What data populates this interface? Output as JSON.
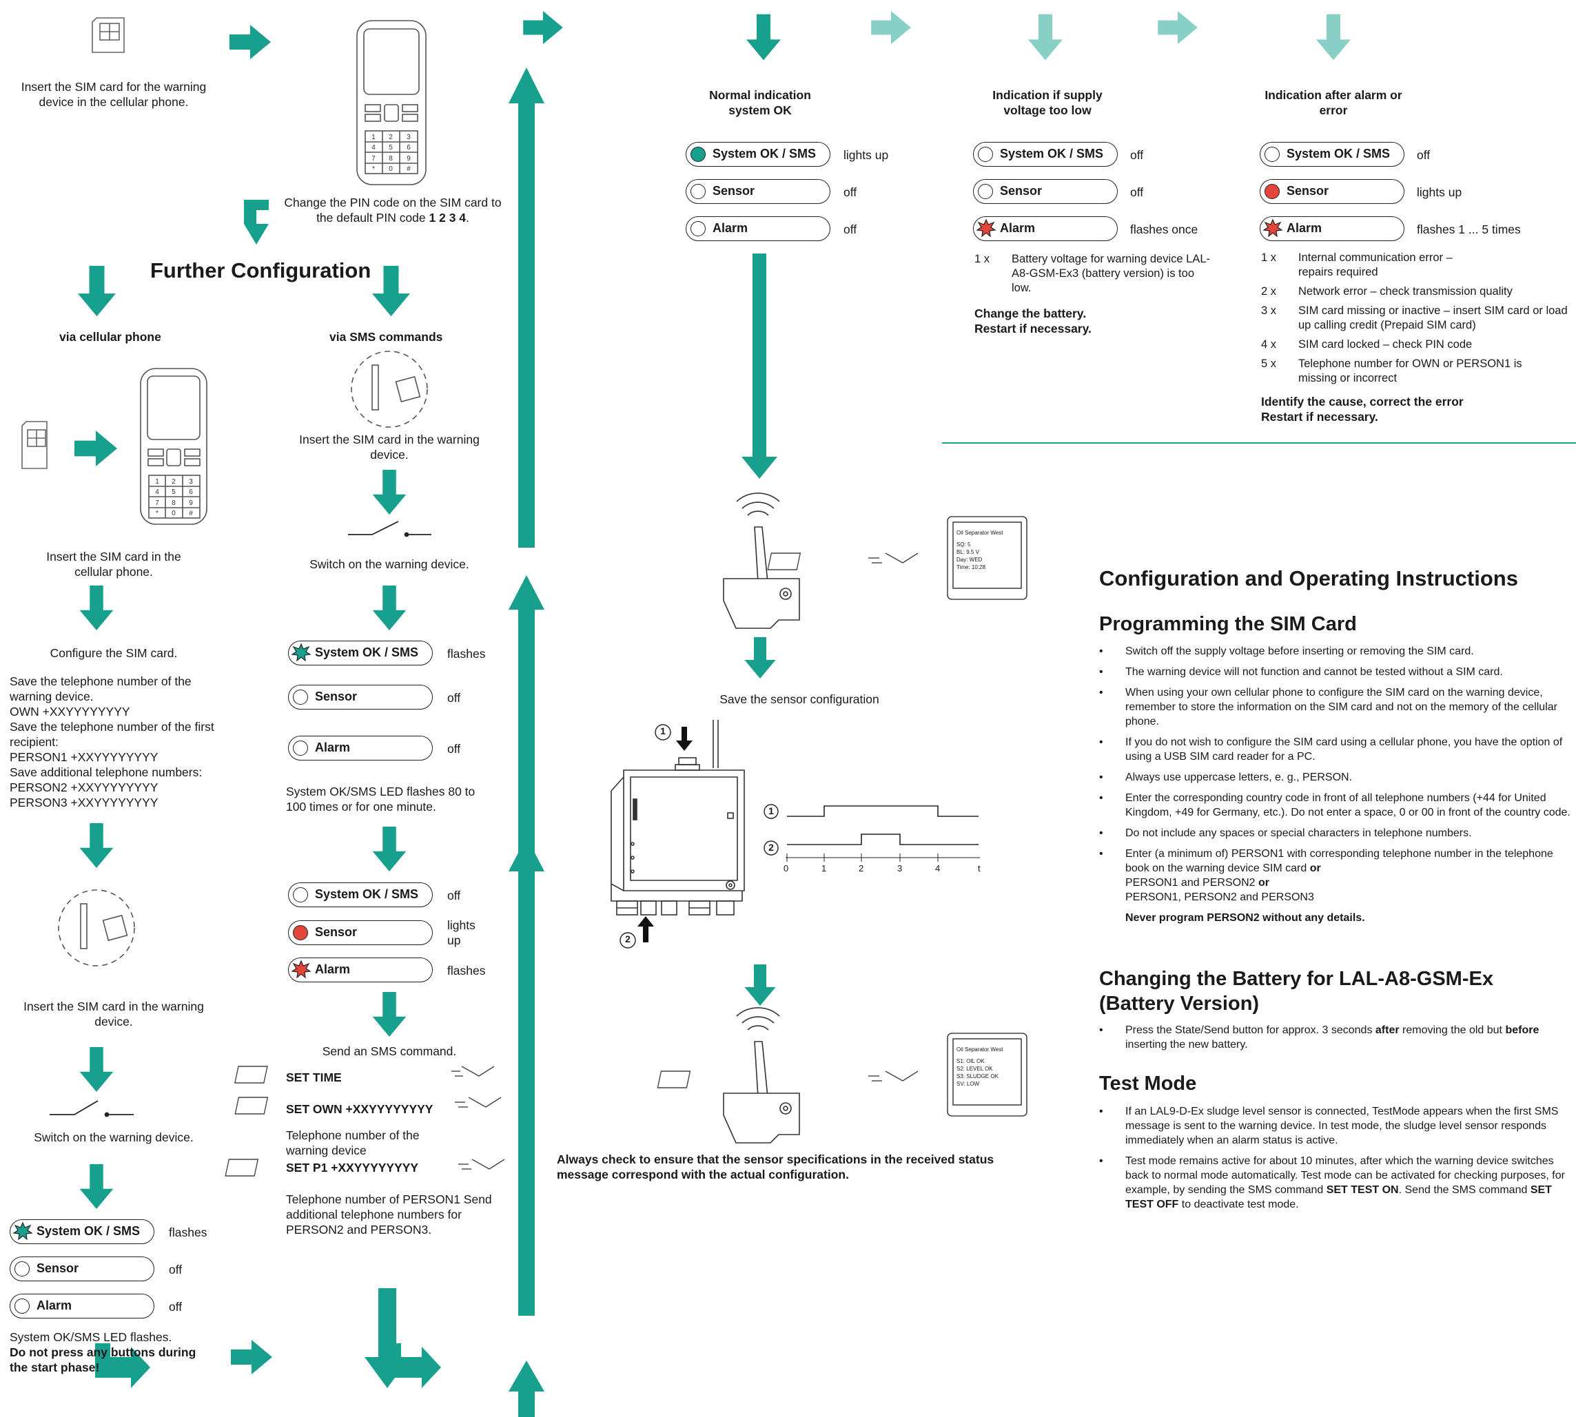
{
  "colors": {
    "teal": "#17a08d",
    "teal_light": "#88cfc5",
    "red": "#e2463a"
  },
  "col1": {
    "insert_sim_phone": "Insert the SIM card for the warning device in the cellular phone.",
    "change_pin_a": "Change the PIN code on the SIM card to the default PIN code ",
    "change_pin_b": "1 2 3 4",
    "change_pin_c": ".",
    "further_config": "Further Configuration",
    "via_phone": "via cellular phone",
    "via_sms": "via SMS commands",
    "insert_sim_cell": "Insert the SIM card in the cellular phone.",
    "configure_sim": "Configure the SIM card.",
    "save_lines": [
      "Save the telephone number of the warning device.",
      "OWN +XXYYYYYYYY",
      "Save the telephone number of the first recipient:",
      "PERSON1 +XXYYYYYYYY",
      "Save additional telephone numbers:",
      "PERSON2 +XXYYYYYYYY",
      "PERSON3 +XXYYYYYYYY"
    ],
    "insert_sim_device": "Insert the SIM card in the warning device.",
    "switch_on": "Switch on the warning device.",
    "led_status": [
      "flashes",
      "off",
      "off"
    ],
    "led_note": "System OK/SMS LED flashes.",
    "led_warn": "Do not press any buttons during the start phase!"
  },
  "leds": {
    "system": "System OK / SMS",
    "sensor": "Sensor",
    "alarm": "Alarm"
  },
  "phone_keys": [
    "1",
    "2",
    "3",
    "4",
    "5",
    "6",
    "7",
    "8",
    "9",
    "*",
    "0",
    "#"
  ],
  "col2": {
    "insert_sim_device": "Insert the SIM card in the warning device.",
    "switch_on": "Switch on the warning device.",
    "status_a": [
      "flashes",
      "off",
      "off"
    ],
    "note_a": "System OK/SMS LED flashes 80 to 100 times or for one minute.",
    "status_b": [
      "off",
      "lights up",
      "flashes"
    ],
    "send_sms": "Send an SMS command.",
    "cmd_time": "SET TIME",
    "cmd_own": "SET OWN +XXYYYYYYYY",
    "own_note": "Telephone number of the warning device",
    "cmd_p1": "SET P1 +XXYYYYYYYY",
    "p1_note": "Telephone number of PERSON1 Send additional telephone numbers for PERSON2 and PERSON3."
  },
  "col3": {
    "normal_title": "Normal indication system OK",
    "normal_status": [
      "lights up",
      "off",
      "off"
    ],
    "low_title": "Indication if supply voltage too low",
    "low_status": [
      "off",
      "off",
      "flashes once"
    ],
    "low_code": "1 x",
    "low_text": "Battery voltage for warning device LAL-A8-GSM-Ex3 (battery version) is too low.",
    "low_action": "Change the battery. Restart if necessary.",
    "alarm_title": "Indication after alarm or error",
    "alarm_status": [
      "off",
      "lights up",
      "flashes 1 ... 5 times"
    ],
    "codes": [
      {
        "k": "1 x",
        "v": "Internal communication error – repairs required"
      },
      {
        "k": "2 x",
        "v": "Network error – check transmission quality"
      },
      {
        "k": "3 x",
        "v": "SIM card missing or inactive – insert SIM card or load up calling credit (Prepaid SIM card)"
      },
      {
        "k": "4 x",
        "v": "SIM card locked – check PIN code"
      },
      {
        "k": "5 x",
        "v": "Telephone number for OWN or PERSON1 is missing or incorrect"
      }
    ],
    "alarm_action": "Identify the cause, correct the error Restart if necessary.",
    "save_sensor": "Save the sensor configuration",
    "msg1": [
      "Oil Separator West",
      "SQ: 5",
      "BL: 9.5 V",
      "Day: WED",
      "Time: 10:28"
    ],
    "msg2": [
      "Oil Separator West",
      "S1: OIL OK",
      "S2: LEVEL OK",
      "S3: SLUDGE OK",
      "SV: LOW"
    ],
    "timing_ticks": [
      "0",
      "1",
      "2",
      "3",
      "4",
      "t"
    ],
    "callouts": [
      "1",
      "2"
    ],
    "always_check": "Always check to ensure that the sensor specifications in the received status message correspond with the actual configuration."
  },
  "manual": {
    "title": "Configuration and Operating Instructions",
    "sim_title": "Programming the SIM Card",
    "sim_bullets": [
      "Switch off the supply voltage before inserting or removing the SIM card.",
      "The warning device will not function and cannot be tested without a SIM card.",
      "When using your own cellular phone to configure the SIM card on the warning device, remember to store the information on the SIM card and not on the memory of the cellular phone.",
      "If you do not wish to configure the SIM card using a cellular phone, you have the option of using a USB SIM card reader for a PC.",
      "Always use uppercase letters, e. g., PERSON.",
      "Enter the corresponding country code in front of all telephone numbers (+44 for United Kingdom, +49 for Germany, etc.). Do not enter a space, 0 or 00 in front of the country code.",
      "Do not include any spaces or special characters in telephone numbers."
    ],
    "person_a": "Enter (a minimum of) PERSON1 with corresponding telephone number in the telephone book on the warning device SIM card",
    "or": "or",
    "person_b": "PERSON1 and PERSON2",
    "person_c": "PERSON1, PERSON2 and PERSON3",
    "never": "Never program PERSON2 without any details.",
    "battery_title": "Changing the Battery for LAL-A8-GSM-Ex (Battery Version)",
    "battery_a": "Press the State/Send button for approx. 3 seconds ",
    "battery_after": "after",
    "battery_b": " removing the old but ",
    "battery_before": "before",
    "battery_c": " inserting the new battery.",
    "test_title": "Test Mode",
    "test_1": "If an LAL9-D-Ex sludge level sensor is connected, TestMode appears when the first SMS message is sent to the warning device. In test mode, the sludge level sensor responds immediately when an alarm status is active.",
    "test_2a": "Test mode remains active for about 10 minutes, after which the warning device switches back to normal mode automatically.  Test mode can be activated for checking purposes, for example, by sending the SMS command ",
    "test_on": "SET TEST ON",
    "test_2b": ". Send the SMS command ",
    "test_off": "SET TEST OFF",
    "test_2c": " to deactivate test mode."
  }
}
